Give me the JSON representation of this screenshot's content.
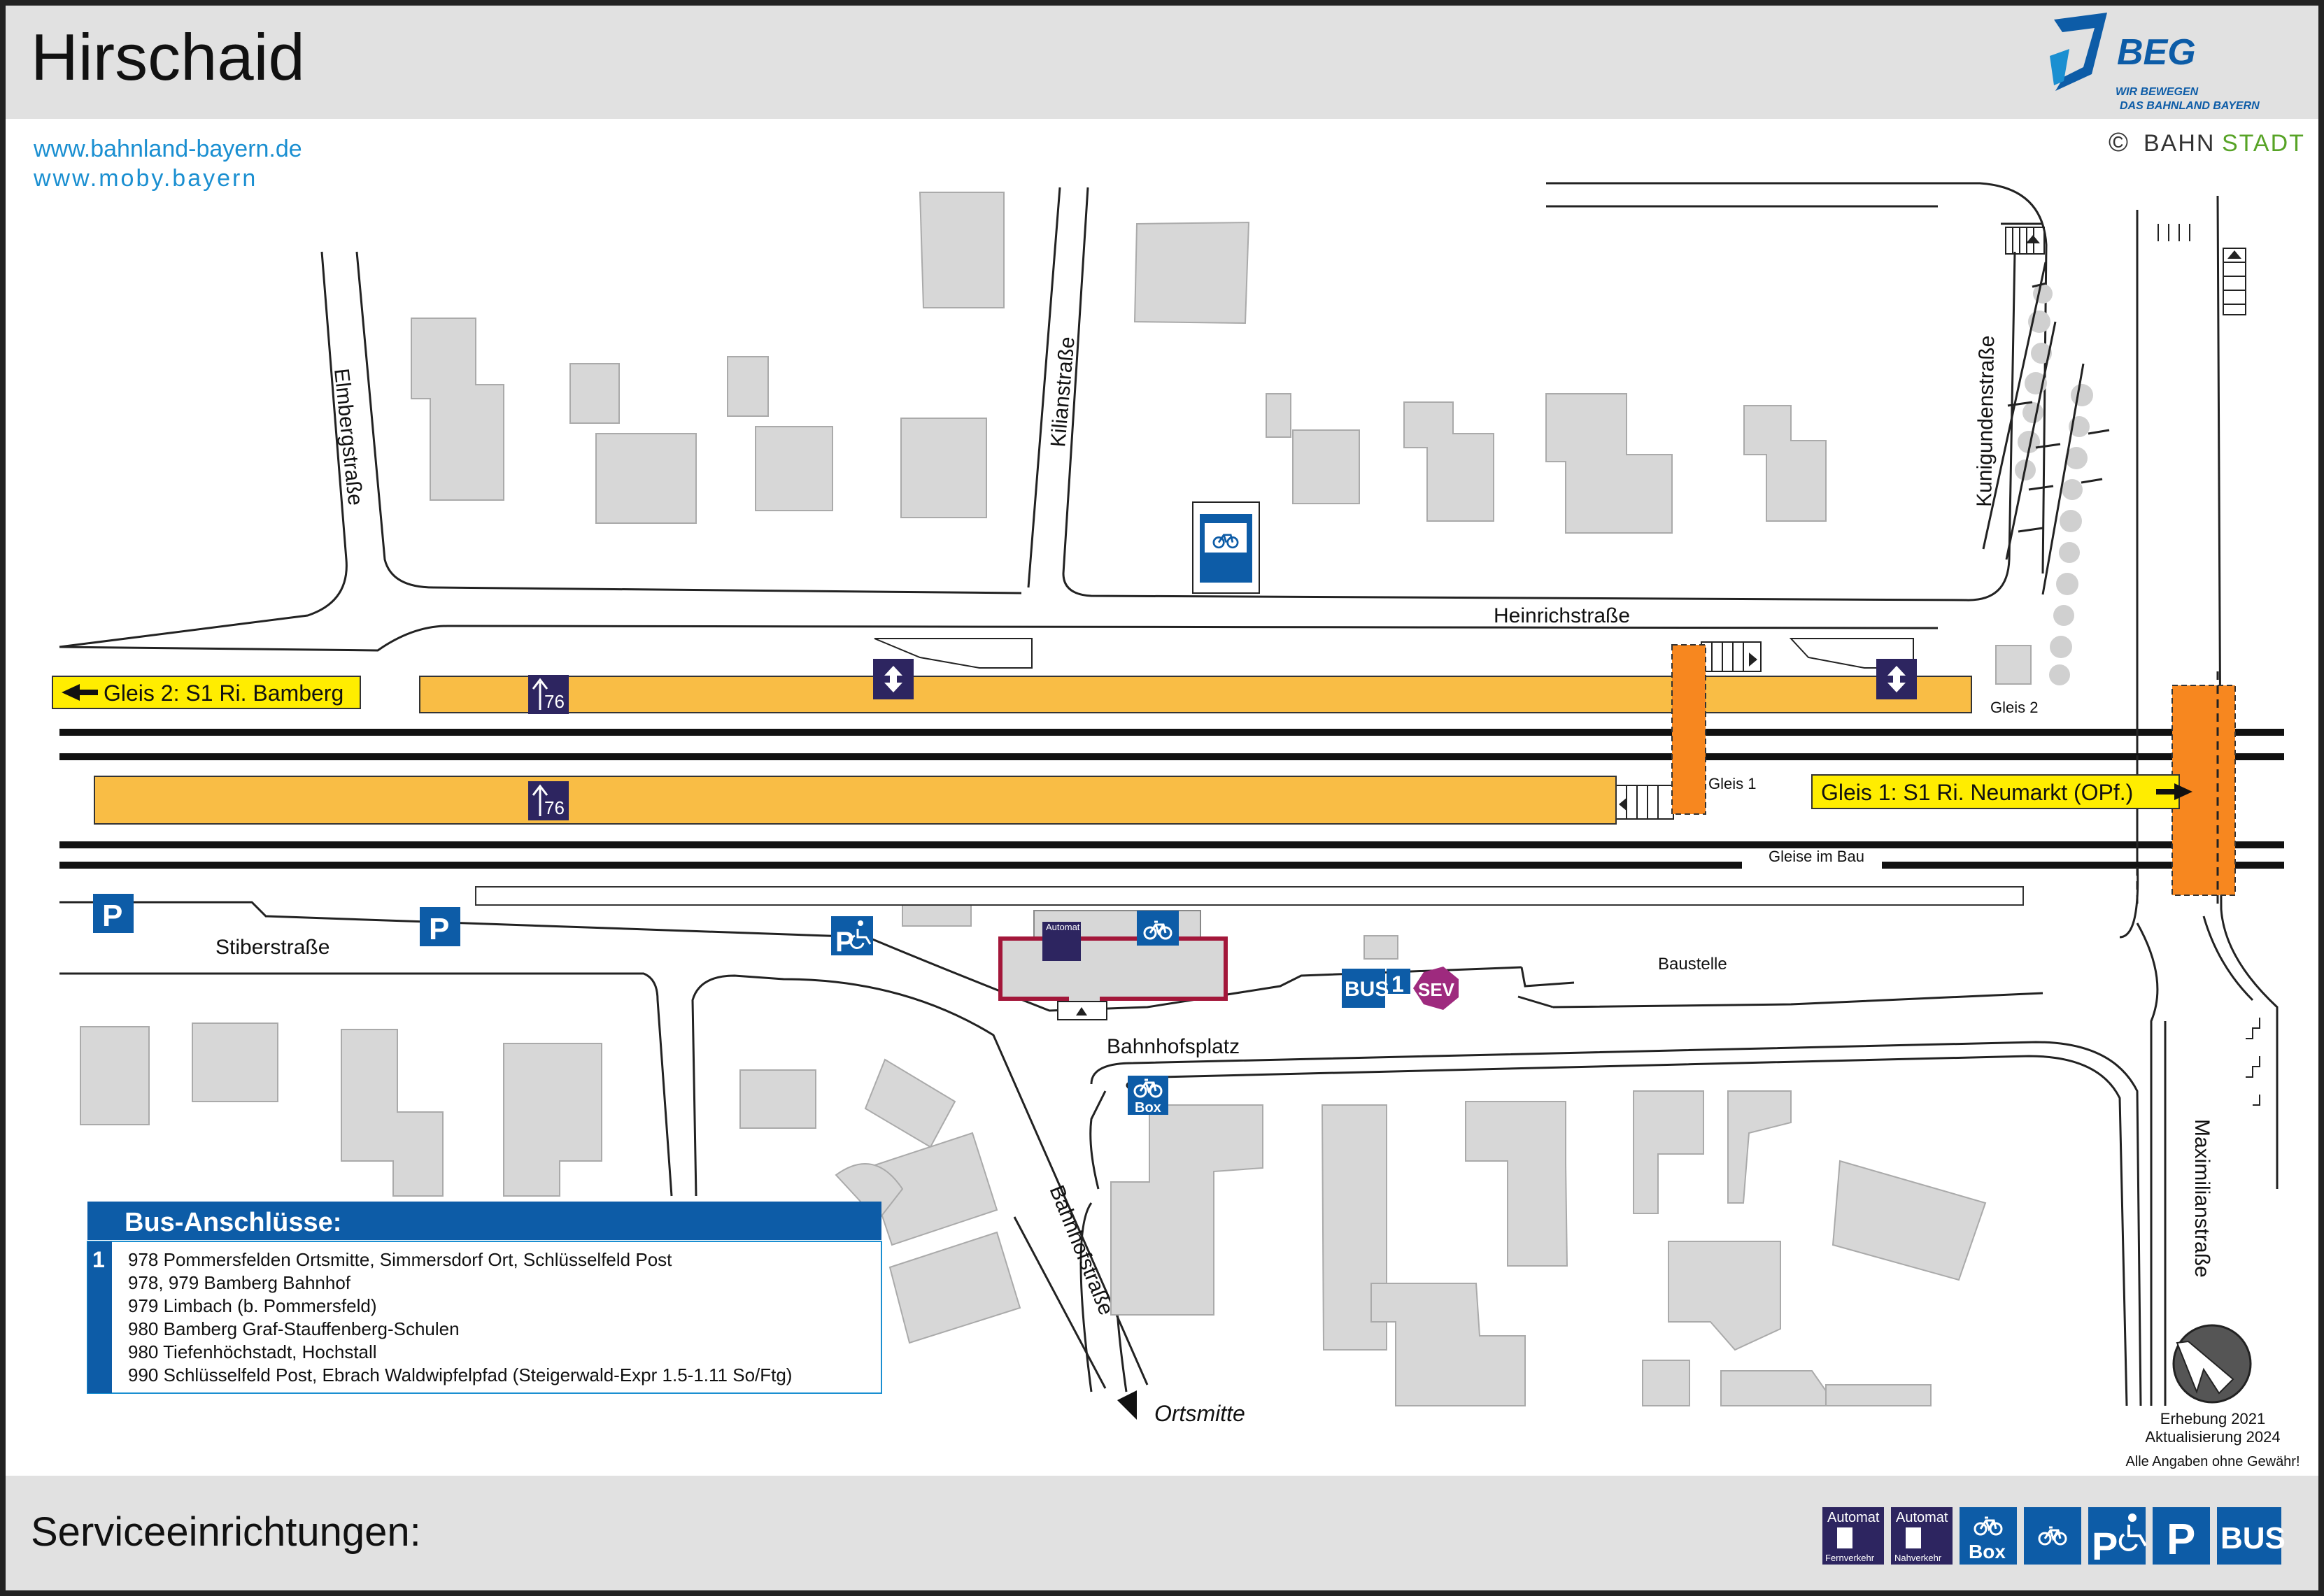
{
  "header": {
    "title": "Hirschaid",
    "link1": "www.bahnland-bayern.de",
    "link2": "www.moby.bayern",
    "logo_name": "BEG",
    "logo_tagline1": "WIR BEWEGEN",
    "logo_tagline2": "DAS BAHNLAND BAYERN",
    "copyright_symbol": "©",
    "copyright_a": "BAHN",
    "copyright_b": "STADT"
  },
  "streets": {
    "elmbergstrasse": "Elmbergstraße",
    "kilianstrasse": "Kilianstraße",
    "kunigundenstrasse": "Kunigundenstraße",
    "heinrichstrasse": "Heinrichstraße",
    "stiberstrasse": "Stiberstraße",
    "bahnhofsplatz": "Bahnhofsplatz",
    "bahnhofstrasse": "Bahnhofstraße",
    "maximilianstrasse": "Maximilianstraße",
    "baustelle": "Baustelle",
    "ortsmitte": "Ortsmitte"
  },
  "tracks": {
    "gleis2_direction": "Gleis 2: S1 Ri. Bamberg",
    "gleis1_direction": "Gleis 1: S1 Ri. Neumarkt (OPf.)",
    "gleis2_label": "Gleis 2",
    "gleis1_label": "Gleis 1",
    "gleise_im_bau": "Gleise im Bau",
    "platform_height": "76"
  },
  "symbols": {
    "parking": "P",
    "bus": "BUS",
    "bus_stop_number": "1",
    "sev": "SEV",
    "automat": "Automat",
    "bike_box": "Box"
  },
  "bus": {
    "heading": "Bus-Anschlüsse:",
    "stop_number": "1",
    "lines": [
      "978 Pommersfelden Ortsmitte, Simmersdorf Ort, Schlüsselfeld Post",
      "978, 979 Bamberg Bahnhof",
      "979 Limbach (b. Pommersfeld)",
      "980 Bamberg Graf-Stauffenberg-Schulen",
      "980 Tiefenhöchstadt, Hochstall",
      "990 Schlüsselfeld Post, Ebrach Waldwipfelpfad (Steigerwald-Expr 1.5-1.11 So/Ftg)"
    ]
  },
  "footer": {
    "services_label": "Serviceeinrichtungen:",
    "survey": "Erhebung 2021",
    "update": "Aktualisierung 2024",
    "disclaimer": "Alle Angaben ohne Gewähr!",
    "legend": {
      "automat_fern_top": "Automat",
      "automat_fern_bottom": "Fernverkehr",
      "automat_nah_top": "Automat",
      "automat_nah_bottom": "Nahverkehr",
      "box": "Box",
      "parking": "P",
      "bus": "BUS"
    }
  },
  "colors": {
    "platform": "#f9bd45",
    "orange_bridge": "#f7871f",
    "station_outline": "#a3173a",
    "dark_navy": "#2d2560",
    "blue_symbol": "#0d5ca7",
    "sev_purple": "#9e2a7e",
    "building_gray": "#d7d7d7",
    "header_gray": "#e1e1e1",
    "link_blue": "#1a8fd1",
    "yellow_label": "#ffed00"
  }
}
